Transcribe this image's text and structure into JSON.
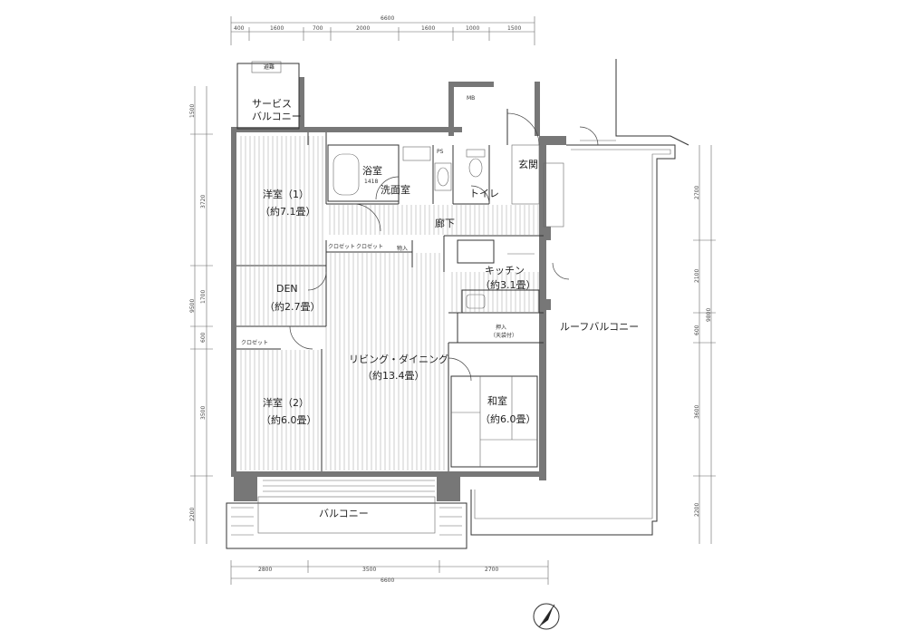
{
  "rooms": {
    "service_balcony": [
      "サービス",
      "バルコニー"
    ],
    "western1": [
      "洋室（1）",
      "（約7.1畳）"
    ],
    "bath": [
      "浴室",
      "1418"
    ],
    "washroom": "洗面室",
    "ps": "PS",
    "toilet": "トイレ",
    "entrance": "玄関",
    "mb": "MB",
    "corridor": "廊下",
    "closet1": "クロゼット",
    "closet2": "クロゼット",
    "closet3": "クロゼット",
    "oshi": "物入",
    "den": [
      "DEN",
      "（約2.7畳）"
    ],
    "kitchen": [
      "キッチン",
      "（約3.1畳）"
    ],
    "living": [
      "リビング・ダイニング",
      "（約13.4畳）"
    ],
    "oshiire": [
      "押入",
      "（天袋付）"
    ],
    "roof_balcony": "ルーフバルコニー",
    "western2": [
      "洋室（2）",
      "（約6.0畳）"
    ],
    "washitsu": [
      "和室",
      "（約6.0畳）"
    ],
    "balcony": "バルコニー"
  },
  "dims": {
    "top_total": "6600",
    "top": [
      "400",
      "1600",
      "700",
      "2000",
      "1600",
      "1000",
      "1500"
    ],
    "bottom": [
      "2800",
      "3500",
      "2700"
    ],
    "bottom_total": "6600",
    "left": [
      "1500",
      "3720",
      "1700",
      "600",
      "3500",
      "2200"
    ],
    "left_total": "9500",
    "right": [
      "2700",
      "2100",
      "600",
      "3600",
      "2200"
    ],
    "right_total": "9800"
  },
  "icons": {
    "compass": "north-arrow-icon"
  }
}
